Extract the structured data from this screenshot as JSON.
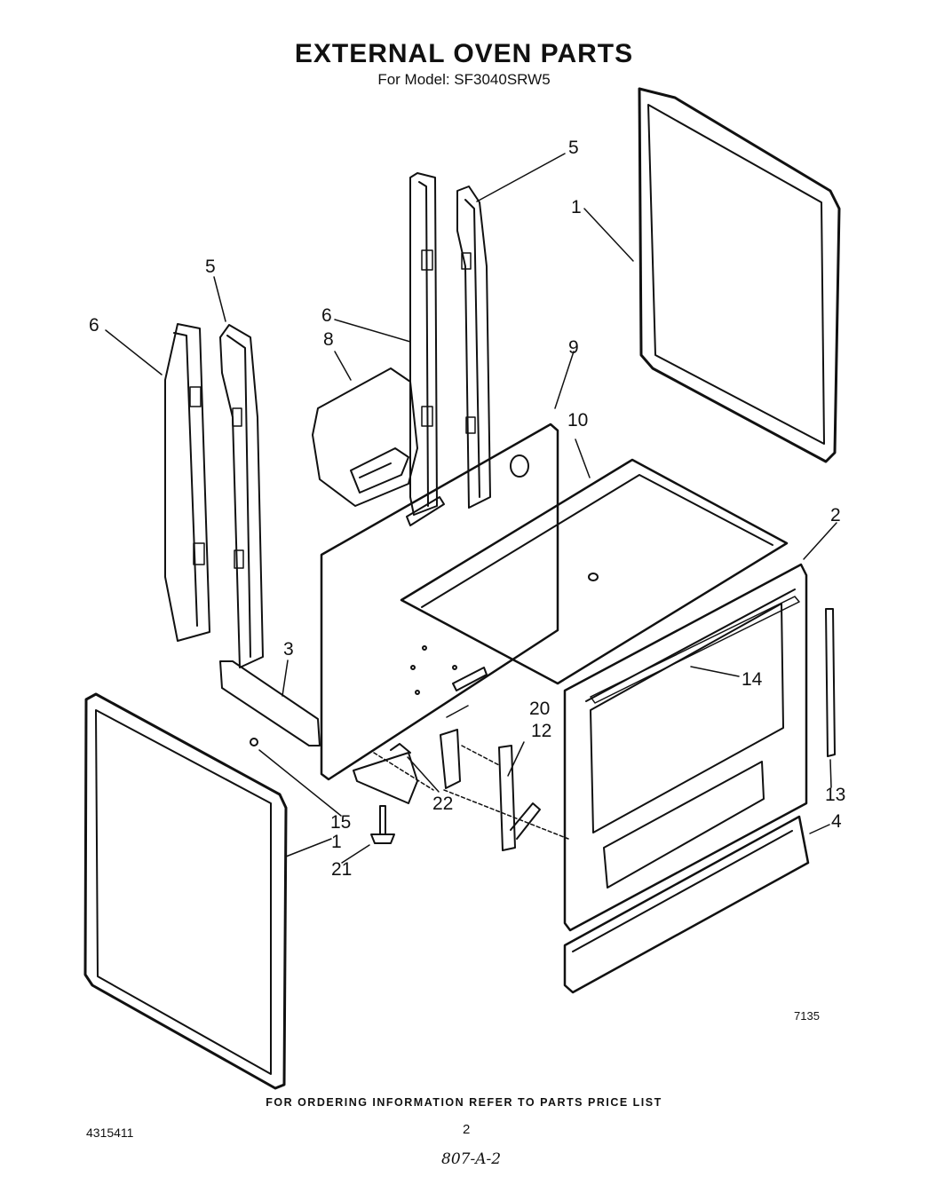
{
  "header": {
    "title": "EXTERNAL OVEN PARTS",
    "subtitle": "For Model: SF3040SRW5"
  },
  "footer": {
    "ordering_note": "FOR ORDERING INFORMATION REFER TO PARTS PRICE LIST",
    "doc_number": "4315411",
    "page_number": "2",
    "handwritten_code": "807-A-2",
    "figure_number": "7135"
  },
  "callouts": [
    "1",
    "1",
    "2",
    "3",
    "4",
    "5",
    "5",
    "6",
    "6",
    "8",
    "9",
    "10",
    "12",
    "13",
    "14",
    "15",
    "20",
    "21",
    "22"
  ]
}
